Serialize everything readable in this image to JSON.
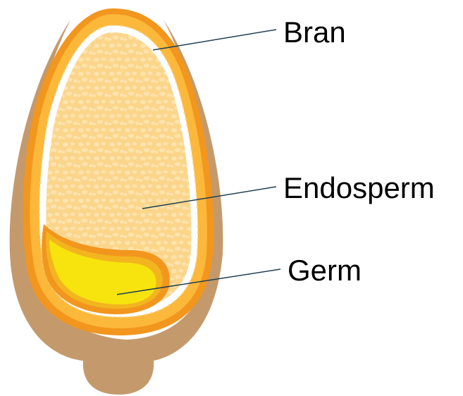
{
  "labels": {
    "bran": "Bran",
    "endosperm": "Endosperm",
    "germ": "Germ"
  },
  "colors": {
    "husk": "#c49a6c",
    "bran_outer": "#f2961e",
    "bran_inner": "#fbb83a",
    "endosperm": "#fbd58a",
    "endosperm_cells": "#fde3ac",
    "aleurone_dots": "#ffffff",
    "germ": "#f7e40e",
    "germ_border": "#f3b51f",
    "leader_line": "#1f3f52",
    "text": "#000000"
  }
}
